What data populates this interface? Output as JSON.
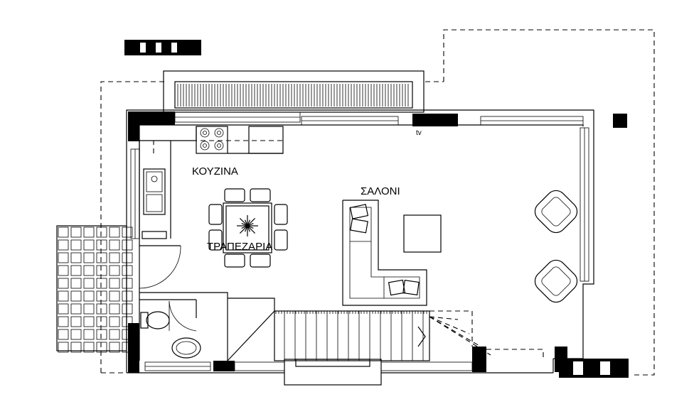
{
  "rooms": {
    "kitchen": "ΚΟΥΖΙΝΑ",
    "living": "ΣΑΛΟΝΙ",
    "dining": "ΤΡΑΠΕΖΑΡΙΑ"
  },
  "annotations": {
    "tv": "tv"
  }
}
